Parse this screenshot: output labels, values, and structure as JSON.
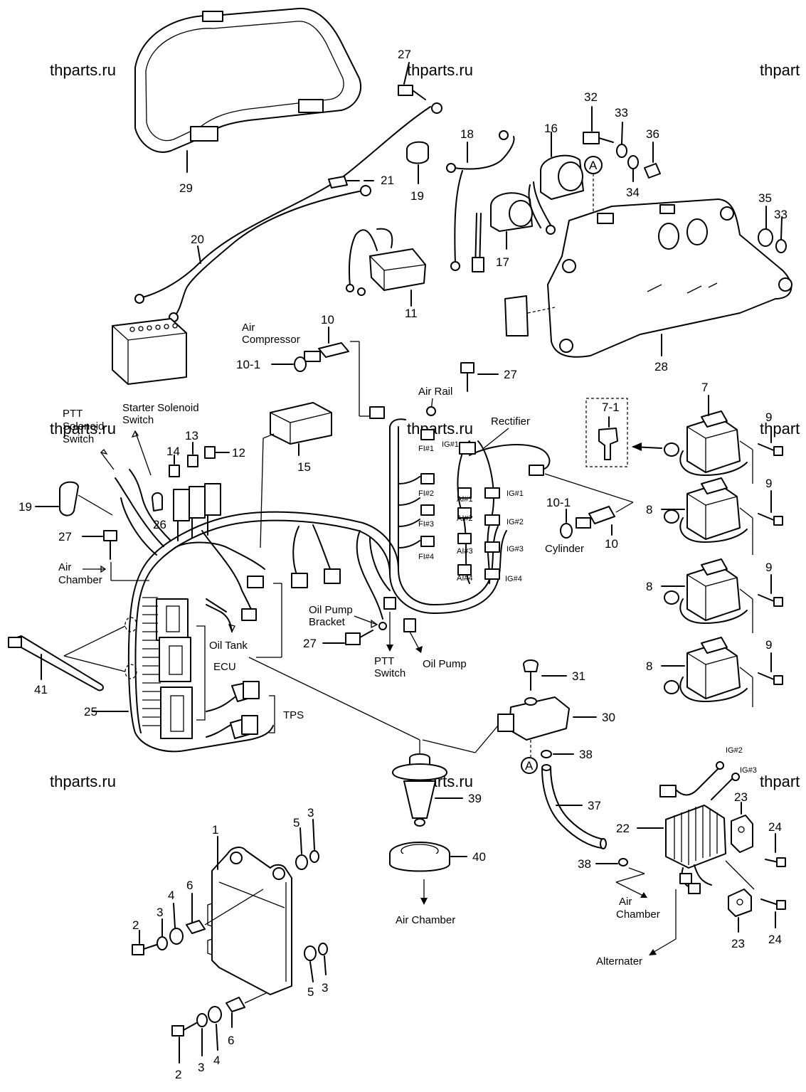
{
  "watermark": "thparts.ru",
  "watermark_cut": "thpart",
  "parts": {
    "p1": "1",
    "p2": "2",
    "p3": "3",
    "p4": "4",
    "p5": "5",
    "p6": "6",
    "p7": "7",
    "p7_1": "7-1",
    "p8": "8",
    "p9": "9",
    "p10": "10",
    "p10_1": "10-1",
    "p11": "11",
    "p12": "12",
    "p13": "13",
    "p14": "14",
    "p15": "15",
    "p16": "16",
    "p17": "17",
    "p18": "18",
    "p19": "19",
    "p20": "20",
    "p21": "21",
    "p22": "22",
    "p23": "23",
    "p24": "24",
    "p25": "25",
    "p26": "26",
    "p27": "27",
    "p28": "28",
    "p29": "29",
    "p30": "30",
    "p31": "31",
    "p32": "32",
    "p33": "33",
    "p34": "34",
    "p35": "35",
    "p36": "36",
    "p37": "37",
    "p38": "38",
    "p39": "39",
    "p40": "40",
    "p41": "41",
    "ref_a": "A"
  },
  "labels": {
    "air_compressor_1": "Air",
    "air_compressor_2": "Compressor",
    "air_rail": "Air Rail",
    "rectifier": "Rectifier",
    "ptt_solenoid_1": "PTT",
    "ptt_solenoid_2": "Solenoid",
    "ptt_solenoid_3": "Switch",
    "starter_solenoid_1": "Starter Solenoid",
    "starter_solenoid_2": "Switch",
    "cylinder": "Cylinder",
    "air_chamber_1": "Air",
    "air_chamber_2": "Chamber",
    "oil_tank": "Oil Tank",
    "ecu": "ECU",
    "tps": "TPS",
    "oil_pump_bracket_1": "Oil Pump",
    "oil_pump_bracket_2": "Bracket",
    "ptt_switch_1": "PTT",
    "ptt_switch_2": "Switch",
    "oil_pump": "Oil Pump",
    "air_chamber_bottom": "Air Chamber",
    "air_chamber_right_1": "Air",
    "air_chamber_right_2": "Chamber",
    "alternater": "Alternater"
  },
  "connectors": {
    "fi1": "FI#1",
    "fi2": "FI#2",
    "fi3": "FI#3",
    "fi4": "FI#4",
    "ai1": "AI#1",
    "ai2": "AI#2",
    "ai3": "AI#3",
    "ai4": "AI#4",
    "ig1a": "IG#1",
    "ig1": "IG#1",
    "ig2": "IG#2",
    "ig3": "IG#3",
    "ig4": "IG#4",
    "ig2r": "IG#2",
    "ig3r": "IG#3"
  }
}
